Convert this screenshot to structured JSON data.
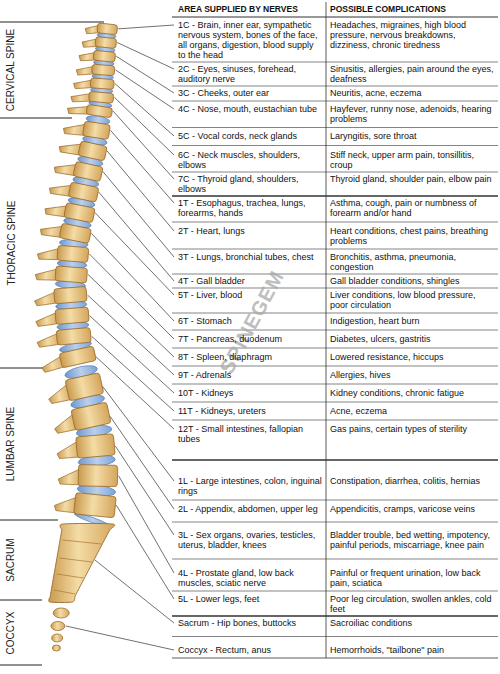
{
  "diagram": {
    "labels": [
      "AREA SUPPLIED BY NERVES",
      "POSSIBLE COMPLICATIONS",
      "1C - Brain, inner ear, sympathetic nervous system, bones of the face, all organs, digestion, blood supply to the head",
      "Headaches, migraines, high blood pressure, nervous breakdowns, dizziness, chronic tiredness",
      "2C - Eyes, sinuses, forehead, auditory nerve",
      "Sinusitis, allergies, pain around the eyes, deafness",
      "3C - Cheeks, outer ear",
      "Neuritis, acne, eczema",
      "4C - Nose, mouth, eustachian tube",
      "Hayfever, runny nose, adenoids, hearing problems",
      "5C - Vocal cords, neck glands",
      "Laryngitis, sore throat",
      "6C - Neck muscles, shoulders, elbows",
      "Stiff neck, upper arm pain, tonsillitis, croup",
      "7C - Thyroid gland, shoulders, elbows",
      "Thyroid gland, shoulder pain, elbow pain",
      "1T - Esophagus, trachea, lungs, forearms, hands",
      "Asthma, cough, pain or numbness of forearm and/or hand",
      "2T - Heart, lungs",
      "Heart conditions, chest pains, breathing problems",
      "3T - Lungs, bronchial tubes, chest",
      "Bronchitis, asthma, pneumonia, congestion",
      "4T - Gall bladder",
      "Gall bladder conditions, shingles",
      "5T - Liver, blood",
      "Liver conditions, low blood pressure, poor circulation",
      "6T - Stomach",
      "Indigestion, heart burn",
      "7T - Pancreas, duodenum",
      "Diabetes, ulcers, gastritis",
      "8T - Spleen, diaphragm",
      "Lowered resistance, hiccups",
      "9T - Adrenals",
      "Allergies, hives",
      "10T - Kidneys",
      "Kidney conditions, chronic fatigue",
      "11T - Kidneys, ureters",
      "Acne, eczema",
      "12T - Small intestines, fallopian tubes",
      "Gas pains, certain types of sterility",
      "1L - Large intestines, colon, inguinal rings",
      "Constipation, diarrhea, colitis, hernias",
      "2L - Appendix, abdomen, upper leg",
      "Appendicitis, cramps, varicose veins",
      "3L - Sex organs, ovaries, testicles, uterus, bladder, knees",
      "Bladder trouble, bed wetting, impotency, painful periods, miscarriage, knee pain",
      "4L - Prostate gland, low back muscles, sciatic nerve",
      "Painful or frequent urination, low back pain, sciatica",
      "5L - Lower legs, feet",
      "Poor leg circulation, swollen ankles, cold feet",
      "Sacrum - Hip bones, buttocks",
      "Sacroiliac conditions",
      "Coccyx - Rectum, anus",
      "Hemorrhoids, \"tailbone\" pain",
      "CERVICAL SPINE",
      "THORACIC SPINE",
      "LUMBAR SPINE",
      "SACRUM",
      "COCCYX",
      "SPINEGEM"
    ]
  }
}
